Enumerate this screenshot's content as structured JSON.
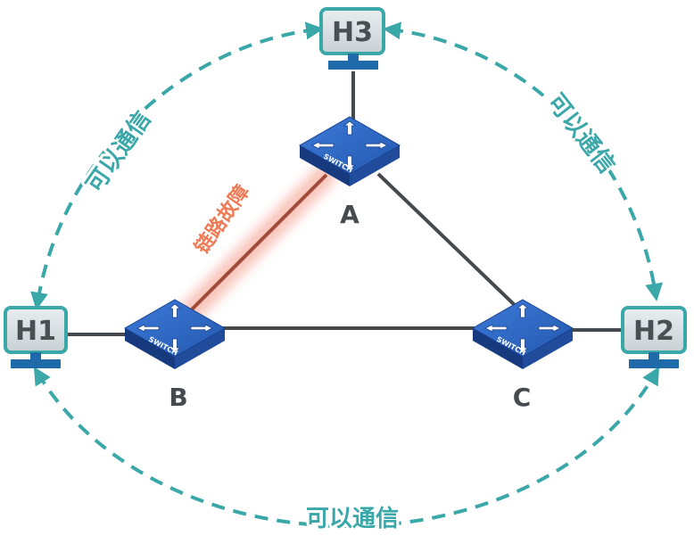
{
  "hosts": {
    "h1": "H1",
    "h2": "H2",
    "h3": "H3"
  },
  "switches": {
    "a": {
      "label": "A",
      "text": "SWITCH"
    },
    "b": {
      "label": "B",
      "text": "SWITCH"
    },
    "c": {
      "label": "C",
      "text": "SWITCH"
    }
  },
  "annotations": {
    "comm_left": "可以通信",
    "comm_right": "可以通信",
    "comm_bottom": "可以通信",
    "fault": "链路故障"
  },
  "colors": {
    "teal": "#3aa7a9",
    "link": "#444a4e",
    "fault": "#f07a55",
    "switch_top": "#2c68c4",
    "switch_front": "#1b3f86"
  }
}
